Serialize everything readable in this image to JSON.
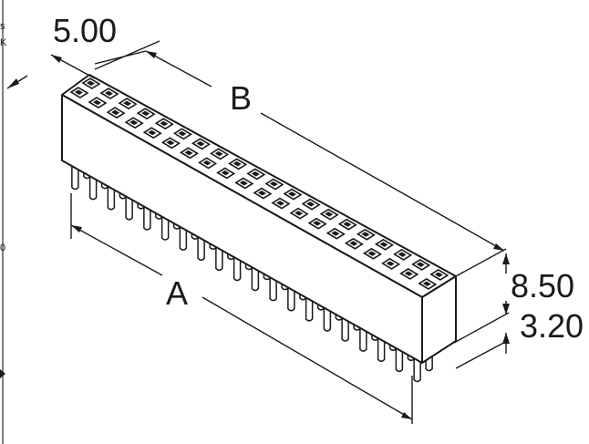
{
  "diagram": {
    "labels": {
      "pitch": "5.00",
      "length_b": "B",
      "length_a": "A",
      "height": "8.50",
      "pin_height": "3.20"
    },
    "edge_marks": {
      "top_left": "s",
      "upper_left": "K",
      "mid_left": "0"
    },
    "pin_rows": 2,
    "pins_per_row": 20,
    "colors": {
      "ink": "#1a1a1a",
      "background": "#ffffff"
    }
  }
}
